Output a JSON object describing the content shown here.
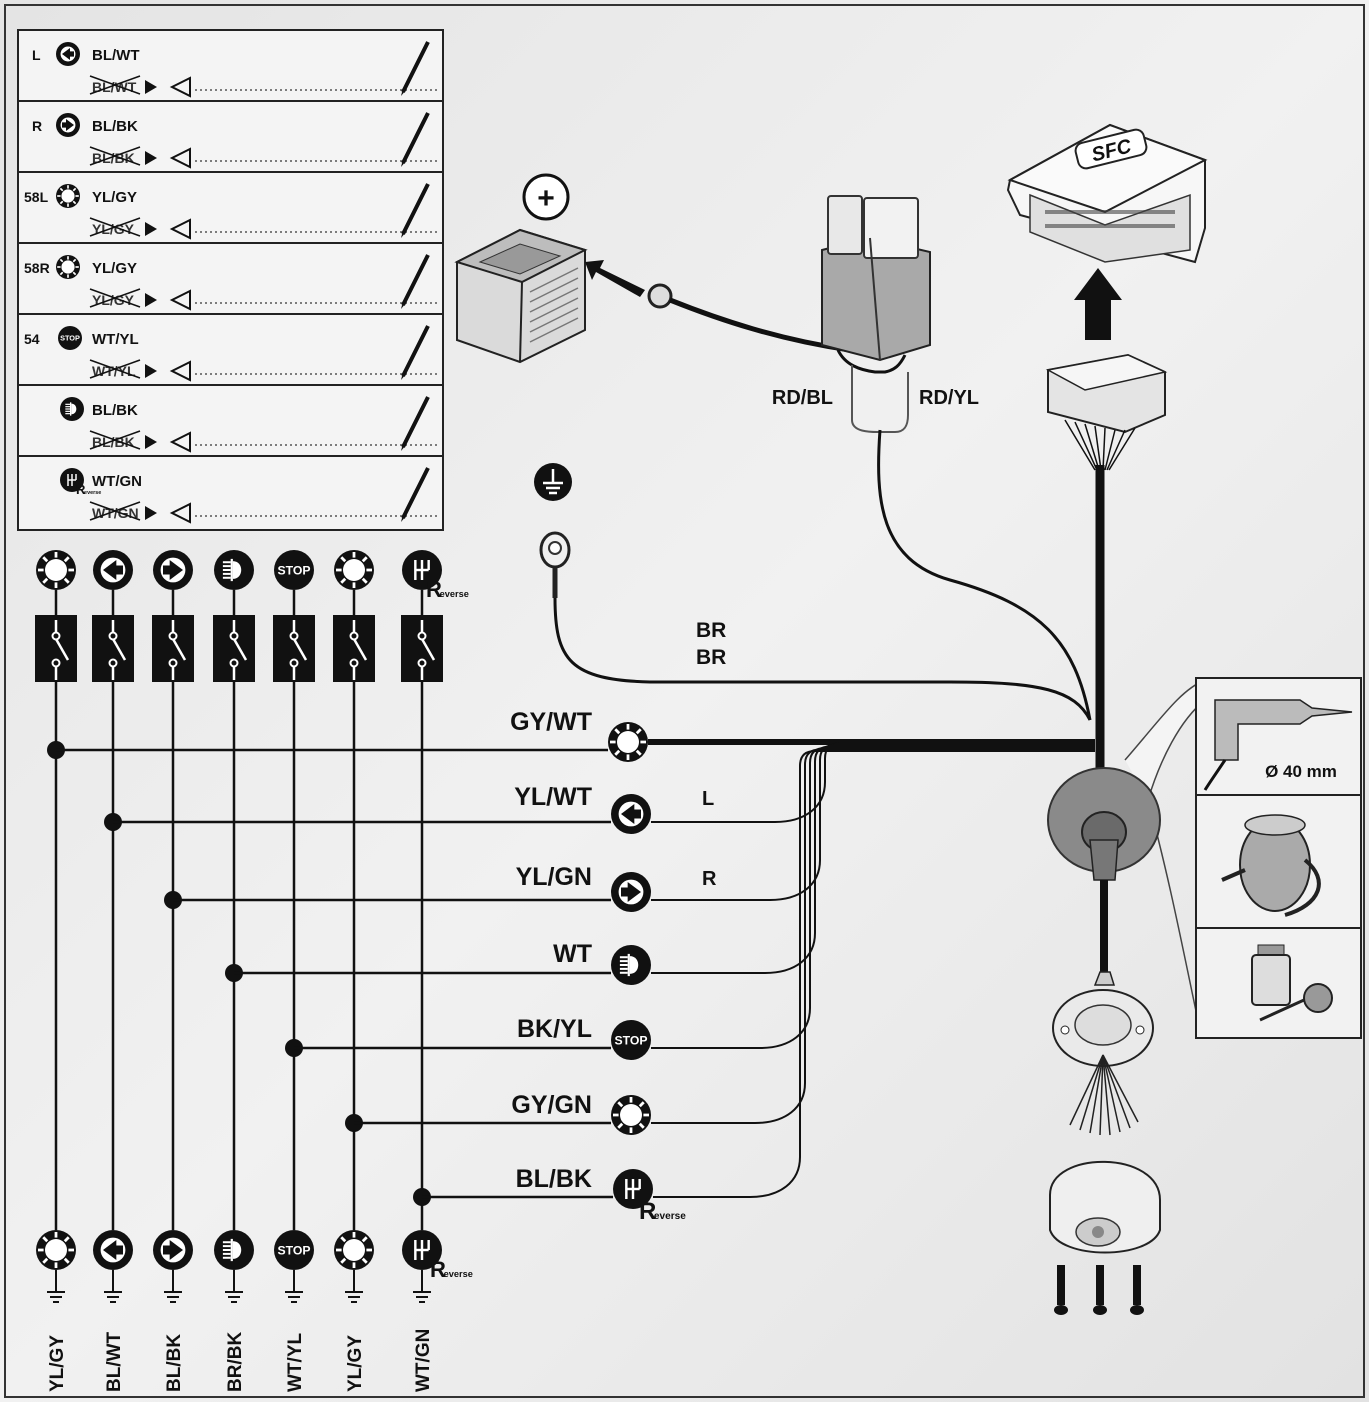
{
  "wiring_table": {
    "rows": [
      {
        "func": "L",
        "color": "BL/WT",
        "icon": "left-indicator-icon"
      },
      {
        "func": "R",
        "color": "BL/BK",
        "icon": "right-indicator-icon"
      },
      {
        "func": "58L",
        "color": "YL/GY",
        "icon": "tail-light-left-icon"
      },
      {
        "func": "58R",
        "color": "YL/GY",
        "icon": "tail-light-right-icon"
      },
      {
        "func": "54",
        "color": "WT/YL",
        "icon": "brake-stop-icon",
        "icon_text": "STOP"
      },
      {
        "func": "",
        "color": "BL/BK",
        "icon": "fog-light-icon"
      },
      {
        "func": "",
        "color": "WT/GN",
        "icon": "reverse-light-icon",
        "icon_text": "Reverse"
      }
    ]
  },
  "harness_labels": {
    "rd_bl": "RD/BL",
    "rd_yl": "RD/YL",
    "br1": "BR",
    "br2": "BR"
  },
  "wire_rows": [
    {
      "color": "GY/WT",
      "side": "",
      "icon": "tail-light-icon"
    },
    {
      "color": "YL/WT",
      "side": "L",
      "icon": "left-indicator-icon"
    },
    {
      "color": "YL/GN",
      "side": "R",
      "icon": "right-indicator-icon"
    },
    {
      "color": "WT",
      "side": "",
      "icon": "fog-light-icon"
    },
    {
      "color": "BK/YL",
      "side": "",
      "icon": "brake-stop-icon"
    },
    {
      "color": "GY/GN",
      "side": "",
      "icon": "tail-light-icon"
    },
    {
      "color": "BL/BK",
      "side": "",
      "icon": "reverse-light-icon"
    }
  ],
  "bottom_labels": [
    "YL/GY",
    "BL/WT",
    "BL/BK",
    "BR/BK",
    "WT/YL",
    "YL/GY",
    "WT/GN"
  ],
  "icon_texts": {
    "stop": "STOP",
    "reverse_r": "R",
    "reverse_word": "everse"
  },
  "module_brand": "SFC",
  "drill_size": "Ø 40 mm",
  "battery_sign": "+",
  "colors": {
    "ink": "#111111",
    "background": "#ececec",
    "grommet": "#8a8a8a"
  }
}
